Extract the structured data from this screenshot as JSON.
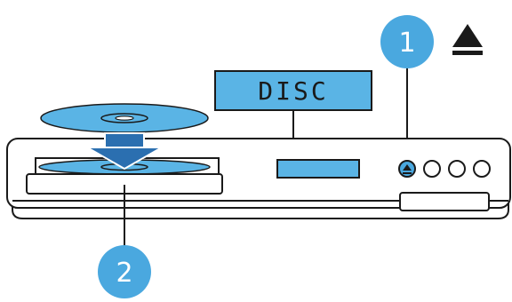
{
  "display": {
    "text": "DISC"
  },
  "callouts": [
    {
      "label": "1"
    },
    {
      "label": "2"
    }
  ],
  "eject_symbol": {
    "icon": "eject-icon",
    "glyph": "⏏"
  },
  "colors": {
    "accent_blue": "#4aa8df",
    "disc_blue": "#5ab4e5",
    "arrow_blue": "#2b6fb0",
    "outline": "#1a1a1a"
  }
}
